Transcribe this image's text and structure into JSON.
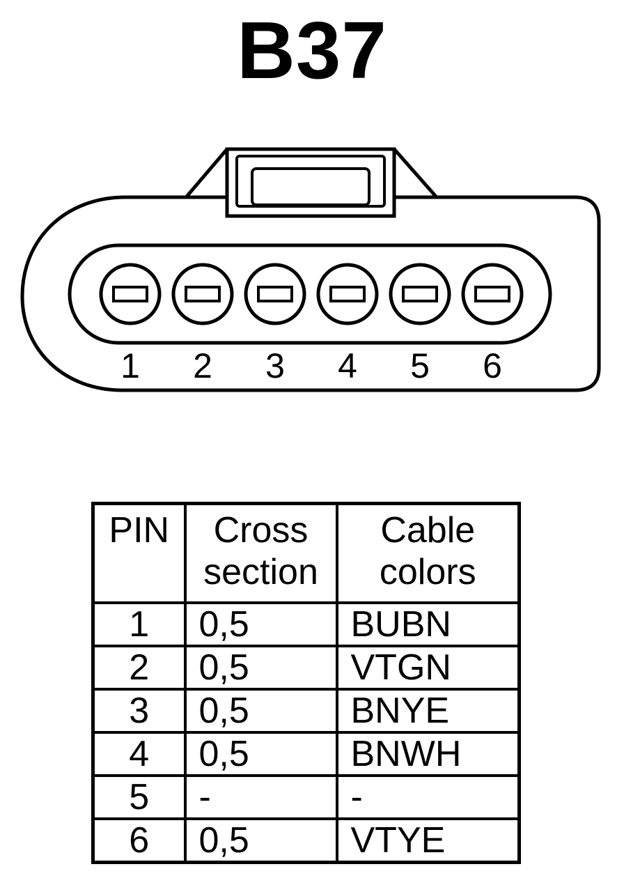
{
  "title": "B37",
  "connector": {
    "pin_labels": [
      "1",
      "2",
      "3",
      "4",
      "5",
      "6"
    ]
  },
  "table": {
    "headers": {
      "pin": "PIN",
      "cross_line1": "Cross",
      "cross_line2": "section",
      "color_line1": "Cable",
      "color_line2": "colors"
    },
    "rows": [
      {
        "pin": "1",
        "cross": "0,5",
        "color": "BUBN"
      },
      {
        "pin": "2",
        "cross": "0,5",
        "color": "VTGN"
      },
      {
        "pin": "3",
        "cross": "0,5",
        "color": "BNYE"
      },
      {
        "pin": "4",
        "cross": "0,5",
        "color": "BNWH"
      },
      {
        "pin": "5",
        "cross": "-",
        "color": "-"
      },
      {
        "pin": "6",
        "cross": "0,5",
        "color": "VTYE"
      }
    ]
  }
}
